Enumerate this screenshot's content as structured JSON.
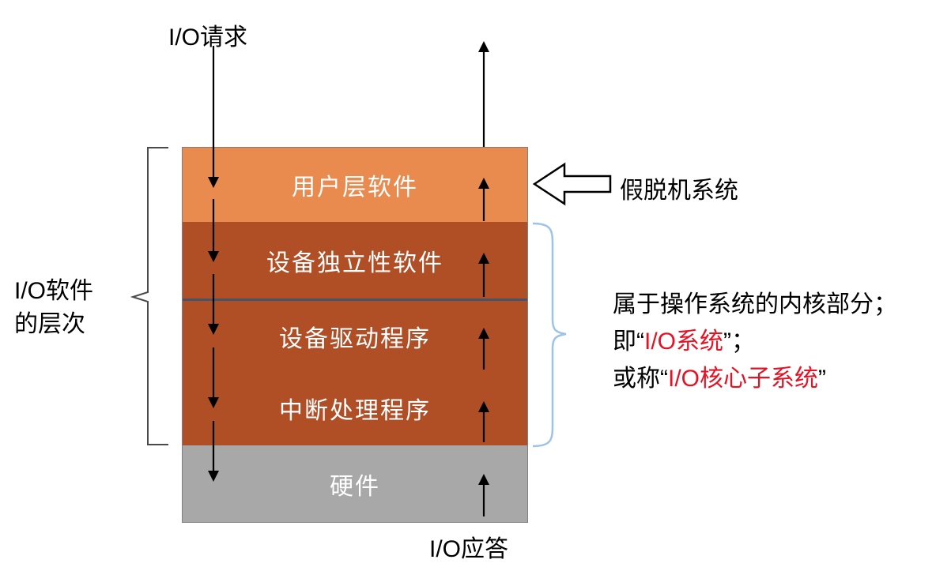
{
  "diagram": {
    "io_request_label": "I/O请求",
    "io_response_label": "I/O应答",
    "left_label_line1": "I/O软件",
    "left_label_line2": "的层次",
    "spooling_label": "假脱机系统",
    "kernel_note": {
      "line1": "属于操作系统的内核部分；",
      "line2_prefix": "即“",
      "line2_red": "I/O系统",
      "line2_suffix": "”；",
      "line3_prefix": "或称“",
      "line3_red": "I/O核心子系统",
      "line3_suffix": "”"
    },
    "layers": [
      {
        "label": "用户层软件",
        "color": "#E98A4F"
      },
      {
        "label": "设备独立性软件",
        "color": "#B04E26"
      },
      {
        "label": "设备驱动程序",
        "color": "#B04E26"
      },
      {
        "label": "中断处理程序",
        "color": "#B04E26"
      },
      {
        "label": "硬件",
        "color": "#A8A8A8"
      }
    ],
    "colors": {
      "red_text": "#E81123",
      "right_brace": "#9DC3E6",
      "left_brace": "#4A4A4A",
      "layer_divider": "#44546A",
      "arrow": "#000000"
    }
  }
}
